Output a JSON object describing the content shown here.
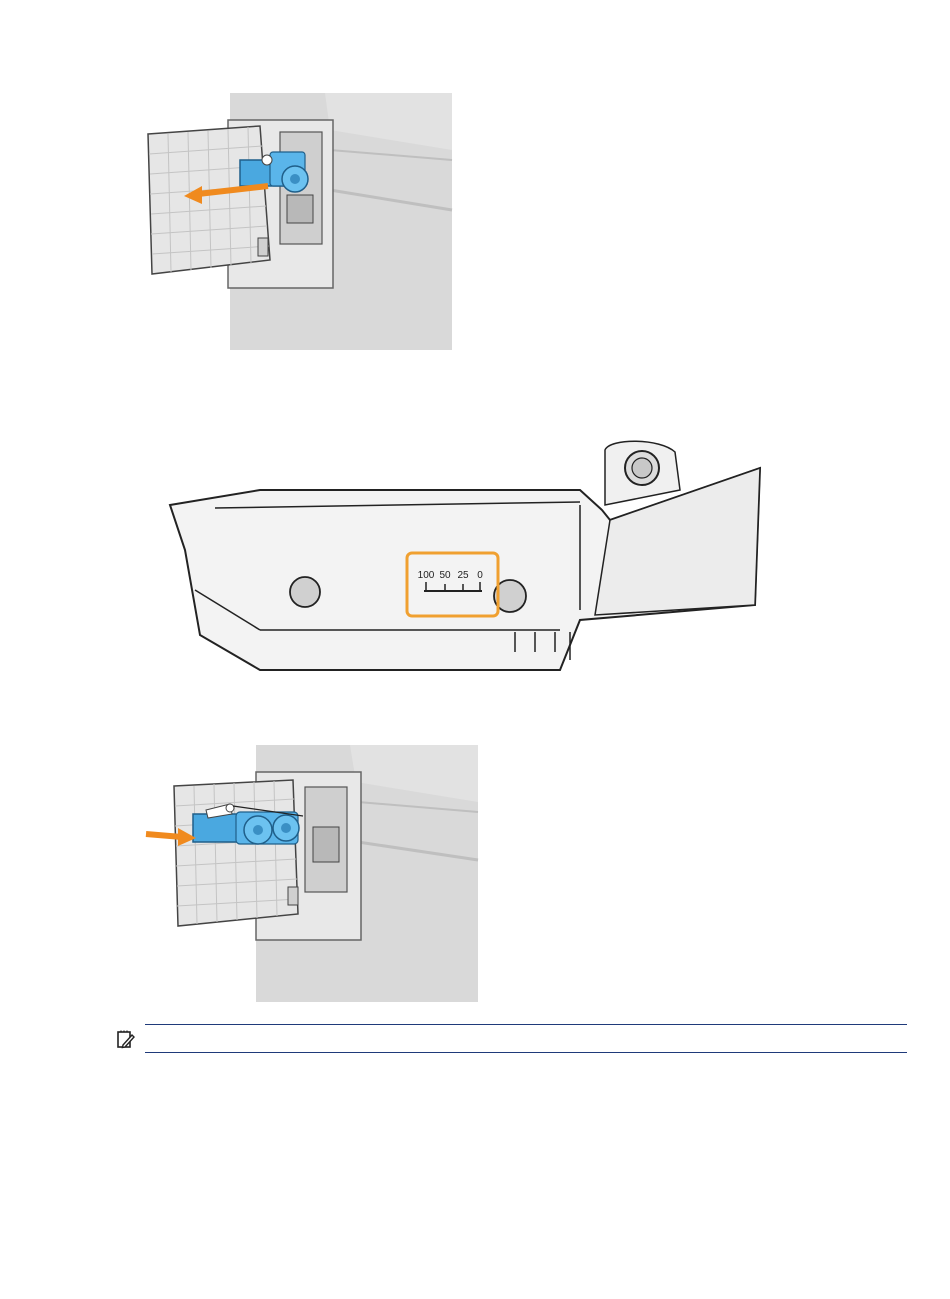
{
  "figures": [
    {
      "name": "remove-cartridge-illustration",
      "action_arrow": "out",
      "accent_color": "#4aa8e0"
    },
    {
      "name": "cartridge-level-illustration",
      "gauge": {
        "tick_labels": [
          "100",
          "50",
          "25",
          "0"
        ],
        "highlight_color": "#f0a030"
      }
    },
    {
      "name": "insert-cartridge-illustration",
      "action_arrow": "in",
      "accent_color": "#4aa8e0"
    }
  ],
  "arrow_color": "#f08a1e",
  "note": {
    "icon": "important-note-icon",
    "rule_color": "#1f3a7a",
    "text": ""
  }
}
